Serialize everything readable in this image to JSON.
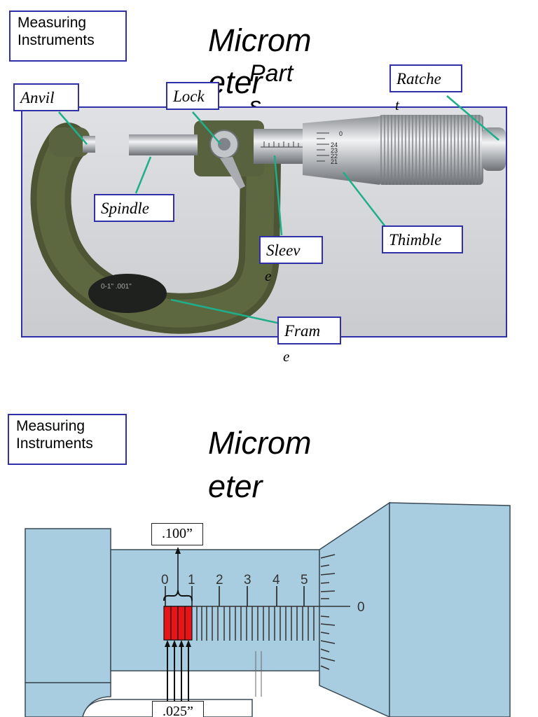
{
  "slide1": {
    "section_label_line1": "Measuring",
    "section_label_line2": "Instruments",
    "title": "Microm",
    "title_wrap": "eter",
    "subtitle_part1": "Part",
    "subtitle_part2": "s",
    "labels": {
      "anvil": "Anvil",
      "lock": "Lock",
      "ratchet_main": "Ratche",
      "ratchet_tail": "t",
      "spindle": "Spindle",
      "sleeve_main": "Sleev",
      "sleeve_tail": "e",
      "thimble": "Thimble",
      "frame_main": "Fram",
      "frame_tail": "e"
    },
    "sleeve_scale_numbers": [
      "0",
      "24",
      "23",
      "22",
      "21"
    ],
    "frame_engraving": "0-1\"   .001\""
  },
  "slide2": {
    "section_label_line1": "Measuring",
    "section_label_line2": "Instruments",
    "title_line1": "Microm",
    "title_line2": "eter",
    "dimension_top": ".100”",
    "dimension_bottom": ".025”",
    "sleeve_numbers": [
      "0",
      "1",
      "2",
      "3",
      "4",
      "5"
    ],
    "thimble_zero": "0"
  },
  "colors": {
    "border_blue": "#3030a8",
    "callout_green": "#1fae8a",
    "diagram_blue": "#a9cde0",
    "highlight_red": "#e8141a"
  }
}
